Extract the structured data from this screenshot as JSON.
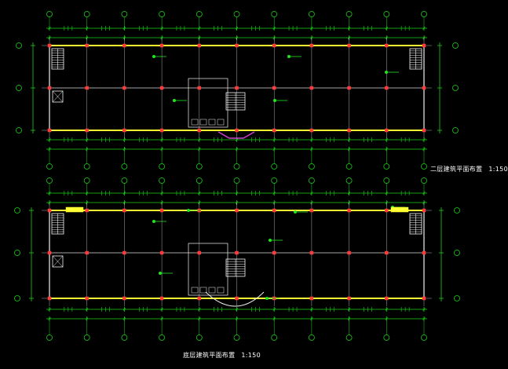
{
  "plans": [
    {
      "name": "second-floor-plan",
      "title": "二层建筑平面布置",
      "scale": "1:150"
    },
    {
      "name": "ground-floor-plan",
      "title": "底层建筑平面布置",
      "scale": "1:150"
    }
  ],
  "colors": {
    "background": "#000000",
    "dimension": "#19d219",
    "axis": "#d8d8d8",
    "wall": "#ffff33",
    "column": "#ff3b3b",
    "partition": "#f2f2f2",
    "stair": "#f5f5f5",
    "leader": "#22e322",
    "accent": "#d040d0"
  }
}
